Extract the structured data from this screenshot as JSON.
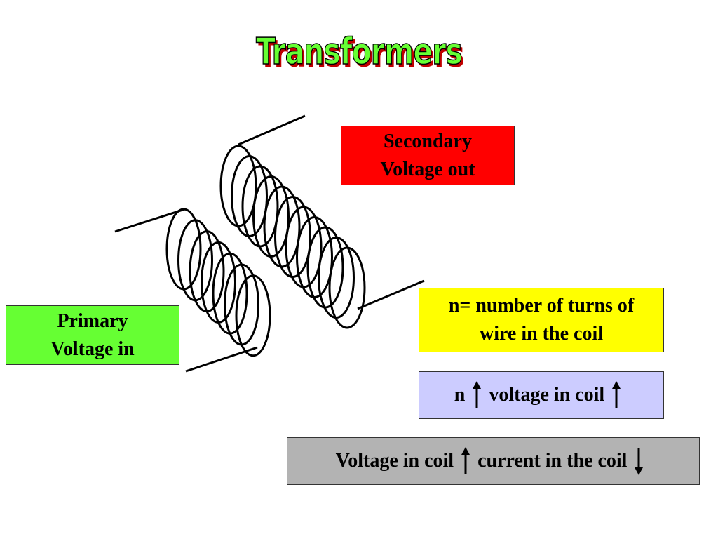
{
  "title": "Transformers",
  "colors": {
    "title_fill": "#66ff33",
    "title_shadow": "#c00000",
    "secondary_box": "#ff0000",
    "primary_box": "#66ff33",
    "turns_box": "#ffff00",
    "n_box": "#ccccff",
    "current_box": "#b3b3b3"
  },
  "labels": {
    "secondary_line1": "Secondary",
    "secondary_line2": "Voltage out",
    "primary_line1": "Primary",
    "primary_line2": "Voltage in",
    "turns_line1": "n= number of turns of",
    "turns_line2": "wire in the coil",
    "n_symbol": "n",
    "n_relation": "voltage in coil",
    "voltage_in_coil": "Voltage in coil",
    "current_in_coil": "current in the coil"
  },
  "icons": {
    "up": "arrow-up-icon",
    "down": "arrow-down-icon"
  }
}
